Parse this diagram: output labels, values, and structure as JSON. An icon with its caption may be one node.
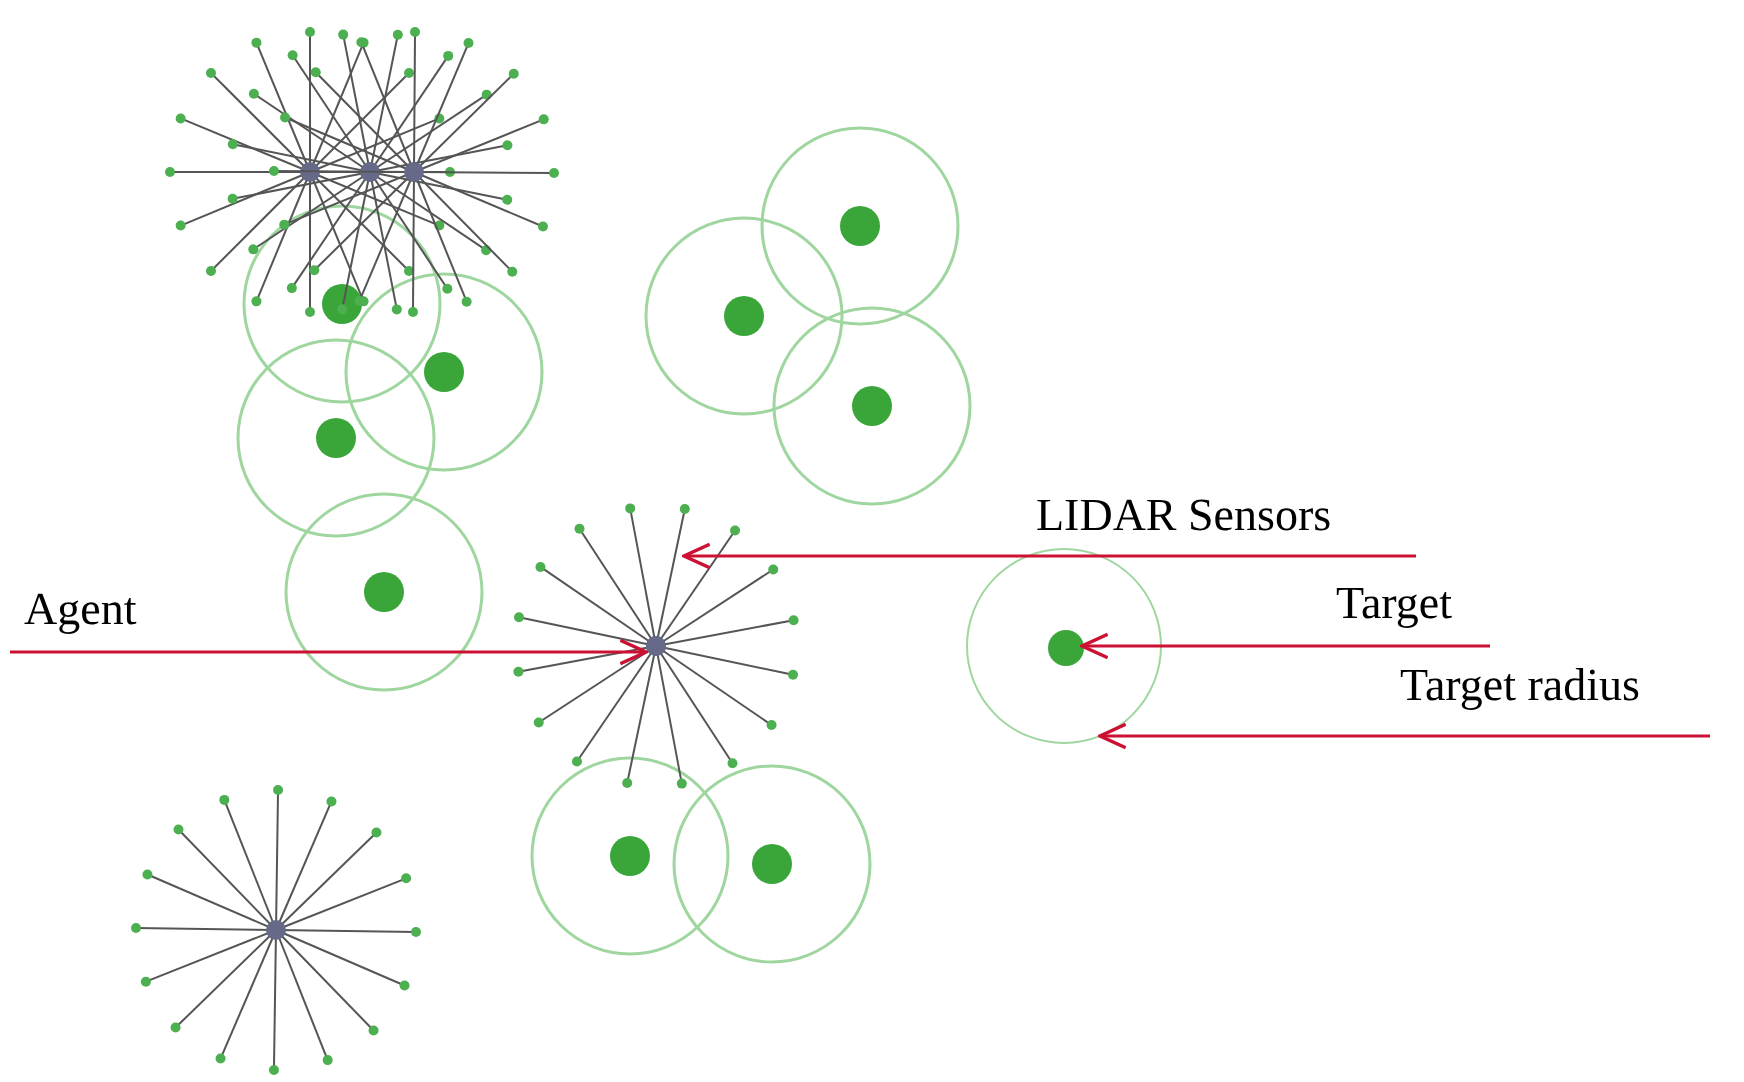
{
  "diagram": {
    "nodes": [
      {
        "text": [
          "LIDAR Sensors"
        ]
      },
      {
        "text": [
          "Agent"
        ]
      },
      {
        "text": [
          "Target"
        ]
      },
      {
        "text": [
          "Target radius"
        ]
      },
      {
        "text": [],
        "shape": "circle"
      },
      {
        "text": [],
        "shape": "circle"
      },
      {
        "text": [],
        "shape": "circle",
        "in": 5
      }
    ],
    "edges": [
      {
        "from": 0,
        "to": null,
        "arrow": "to"
      },
      {
        "from": 1,
        "to": 4,
        "arrow": "to"
      },
      {
        "from": 2,
        "to": 6,
        "arrow": "to"
      },
      {
        "from": 3,
        "to": 5,
        "arrow": "to"
      }
    ]
  }
}
